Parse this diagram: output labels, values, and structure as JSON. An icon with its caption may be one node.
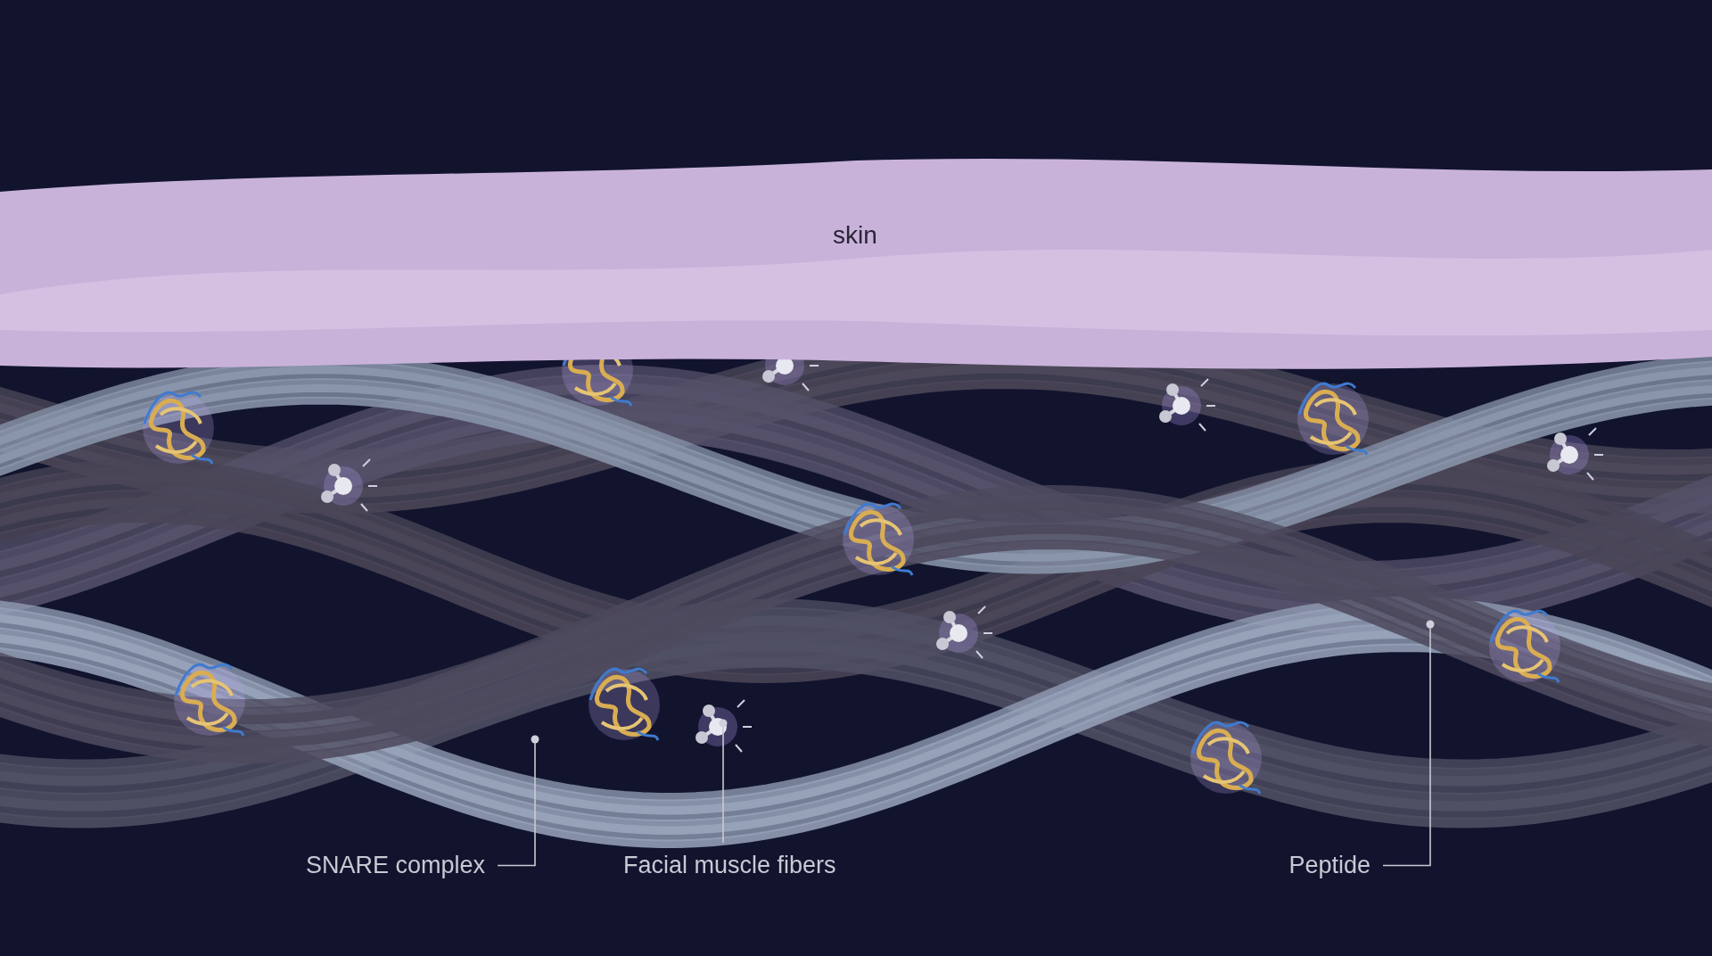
{
  "diagram": {
    "nodes": [
      {
        "text": [
          "skin"
        ]
      },
      {
        "text": [
          "SNARE complex"
        ]
      },
      {
        "text": [
          "Facial muscle fibers"
        ]
      },
      {
        "text": [
          "Peptide"
        ]
      }
    ],
    "edges": [
      {
        "from": 1,
        "to": null,
        "arrow": "other"
      },
      {
        "from": 2,
        "to": null,
        "arrow": "other"
      },
      {
        "from": 3,
        "to": null,
        "arrow": "other"
      }
    ]
  }
}
